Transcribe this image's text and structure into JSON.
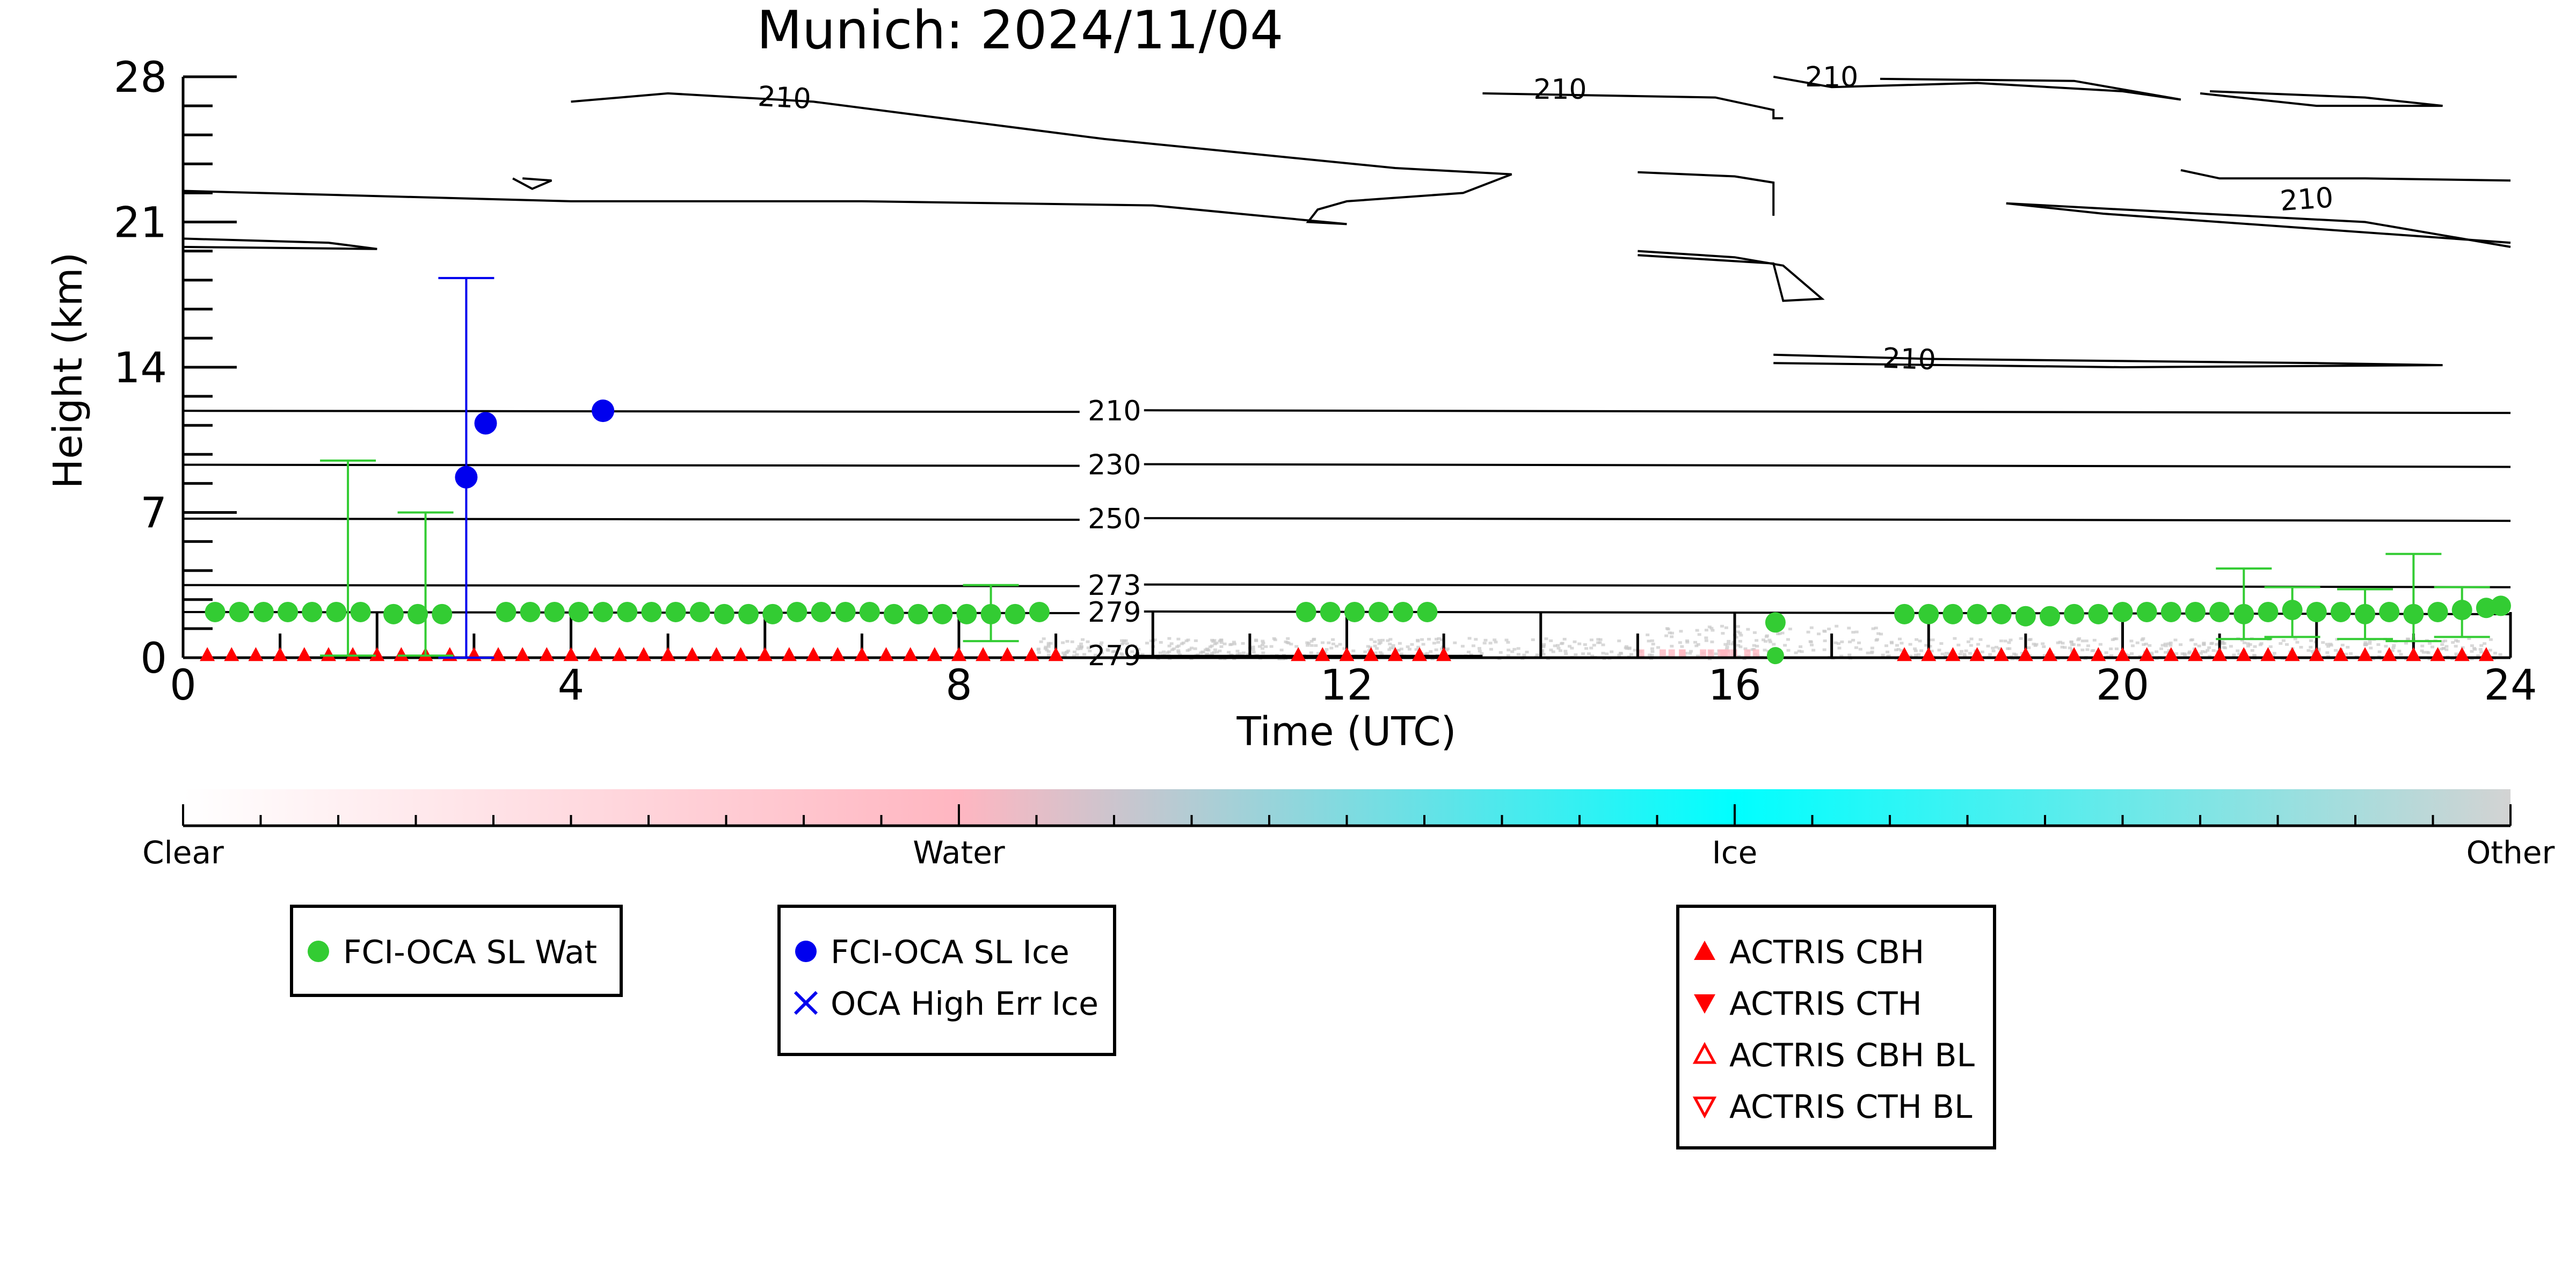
{
  "chart_data": {
    "type": "scatter",
    "title": "Munich: 2024/11/04",
    "xlabel": "Time (UTC)",
    "ylabel": "Height (km)",
    "xlim": [
      0,
      24
    ],
    "ylim": [
      0,
      28
    ],
    "x_ticks": [
      0,
      4,
      8,
      12,
      16,
      20,
      24
    ],
    "y_ticks": [
      0,
      7,
      14,
      21,
      28
    ],
    "grid": false,
    "colors": {
      "water": "#33cc33",
      "ice": "#0000ee",
      "actris": "#ff0000",
      "background_cloud": "#c8c8c8",
      "contour": "#000000"
    },
    "isotherms": [
      {
        "label": "210",
        "height_km": 11.9
      },
      {
        "label": "230",
        "height_km": 9.3
      },
      {
        "label": "250",
        "height_km": 6.7
      },
      {
        "label": "273",
        "height_km": 3.5
      },
      {
        "label": "279",
        "height_km": 2.2
      },
      {
        "label": "279",
        "height_km": 0.1
      }
    ],
    "upper_contour_labels": [
      "210",
      "210",
      "210",
      "210",
      "210"
    ],
    "series": [
      {
        "name": "FCI-OCA SL Wat",
        "marker": "filled-circle",
        "color": "#33cc33",
        "points": [
          {
            "x": 0.33,
            "y": 2.2
          },
          {
            "x": 0.58,
            "y": 2.2
          },
          {
            "x": 0.83,
            "y": 2.2
          },
          {
            "x": 1.08,
            "y": 2.2
          },
          {
            "x": 1.33,
            "y": 2.2
          },
          {
            "x": 1.58,
            "y": 2.2
          },
          {
            "x": 1.83,
            "y": 2.2
          },
          {
            "x": 2.17,
            "y": 2.1
          },
          {
            "x": 2.42,
            "y": 2.1
          },
          {
            "x": 2.67,
            "y": 2.1
          },
          {
            "x": 3.33,
            "y": 2.2
          },
          {
            "x": 3.58,
            "y": 2.2
          },
          {
            "x": 3.83,
            "y": 2.2
          },
          {
            "x": 4.08,
            "y": 2.2
          },
          {
            "x": 4.33,
            "y": 2.2
          },
          {
            "x": 4.58,
            "y": 2.2
          },
          {
            "x": 4.83,
            "y": 2.2
          },
          {
            "x": 5.08,
            "y": 2.2
          },
          {
            "x": 5.33,
            "y": 2.2
          },
          {
            "x": 5.58,
            "y": 2.1
          },
          {
            "x": 5.83,
            "y": 2.1
          },
          {
            "x": 6.08,
            "y": 2.1
          },
          {
            "x": 6.33,
            "y": 2.2
          },
          {
            "x": 6.58,
            "y": 2.2
          },
          {
            "x": 6.83,
            "y": 2.2
          },
          {
            "x": 7.08,
            "y": 2.2
          },
          {
            "x": 7.33,
            "y": 2.1
          },
          {
            "x": 7.58,
            "y": 2.1
          },
          {
            "x": 7.83,
            "y": 2.1
          },
          {
            "x": 8.08,
            "y": 2.1
          },
          {
            "x": 8.33,
            "y": 2.1
          },
          {
            "x": 8.58,
            "y": 2.1
          },
          {
            "x": 8.83,
            "y": 2.2
          },
          {
            "x": 11.58,
            "y": 2.2
          },
          {
            "x": 11.83,
            "y": 2.2
          },
          {
            "x": 12.08,
            "y": 2.2
          },
          {
            "x": 12.33,
            "y": 2.2
          },
          {
            "x": 12.58,
            "y": 2.2
          },
          {
            "x": 12.83,
            "y": 2.2
          },
          {
            "x": 16.42,
            "y": 1.7
          },
          {
            "x": 17.75,
            "y": 2.1
          },
          {
            "x": 18.0,
            "y": 2.1
          },
          {
            "x": 18.25,
            "y": 2.1
          },
          {
            "x": 18.5,
            "y": 2.1
          },
          {
            "x": 18.75,
            "y": 2.1
          },
          {
            "x": 19.0,
            "y": 2.0
          },
          {
            "x": 19.25,
            "y": 2.0
          },
          {
            "x": 19.5,
            "y": 2.1
          },
          {
            "x": 19.75,
            "y": 2.1
          },
          {
            "x": 20.0,
            "y": 2.2
          },
          {
            "x": 20.25,
            "y": 2.2
          },
          {
            "x": 20.5,
            "y": 2.2
          },
          {
            "x": 20.75,
            "y": 2.2
          },
          {
            "x": 21.0,
            "y": 2.2
          },
          {
            "x": 21.25,
            "y": 2.1
          },
          {
            "x": 21.5,
            "y": 2.2
          },
          {
            "x": 21.75,
            "y": 2.3
          },
          {
            "x": 22.0,
            "y": 2.2
          },
          {
            "x": 22.25,
            "y": 2.2
          },
          {
            "x": 22.5,
            "y": 2.1
          },
          {
            "x": 22.75,
            "y": 2.2
          },
          {
            "x": 23.0,
            "y": 2.1
          },
          {
            "x": 23.25,
            "y": 2.2
          },
          {
            "x": 23.5,
            "y": 2.3
          },
          {
            "x": 23.75,
            "y": 2.4
          },
          {
            "x": 23.9,
            "y": 2.5
          }
        ],
        "error_bars": [
          {
            "x": 1.7,
            "y": 2.2,
            "ylow": 0.1,
            "yhigh": 9.5
          },
          {
            "x": 2.5,
            "y": 2.1,
            "ylow": 0.1,
            "yhigh": 7.0
          },
          {
            "x": 8.33,
            "y": 2.1,
            "ylow": 0.8,
            "yhigh": 3.5
          },
          {
            "x": 21.25,
            "y": 2.1,
            "ylow": 0.9,
            "yhigh": 4.3
          },
          {
            "x": 21.75,
            "y": 2.3,
            "ylow": 1.0,
            "yhigh": 3.4
          },
          {
            "x": 22.5,
            "y": 2.1,
            "ylow": 0.9,
            "yhigh": 3.3
          },
          {
            "x": 23.0,
            "y": 2.1,
            "ylow": 0.8,
            "yhigh": 5.0
          },
          {
            "x": 23.5,
            "y": 2.3,
            "ylow": 1.0,
            "yhigh": 3.4
          }
        ]
      },
      {
        "name": "FCI-OCA SL Ice",
        "marker": "filled-circle",
        "color": "#0000ee",
        "points": [
          {
            "x": 2.92,
            "y": 8.7
          },
          {
            "x": 3.12,
            "y": 11.3
          },
          {
            "x": 4.33,
            "y": 11.9
          }
        ],
        "error_bars": [
          {
            "x": 2.92,
            "y": 8.7,
            "ylow": 0.0,
            "yhigh": 18.3
          }
        ]
      },
      {
        "name": "OCA High Err Ice",
        "marker": "x",
        "color": "#0000ee",
        "points": []
      },
      {
        "name": "ACTRIS CBH",
        "marker": "filled-triangle-up",
        "color": "#ff0000",
        "x_ranges": [
          [
            0.25,
            9.0
          ],
          [
            11.5,
            13.0
          ],
          [
            17.75,
            23.9
          ]
        ],
        "step": 0.25,
        "y": 0.15
      },
      {
        "name": "ACTRIS CTH",
        "marker": "filled-triangle-down",
        "color": "#ff0000",
        "points": []
      },
      {
        "name": "ACTRIS CBH BL",
        "marker": "open-triangle-up",
        "color": "#ff0000",
        "points": []
      },
      {
        "name": "ACTRIS CTH BL",
        "marker": "open-triangle-down",
        "color": "#ff0000",
        "points": []
      }
    ],
    "colorbar": {
      "labels": [
        "Clear",
        "Water",
        "Ice",
        "Other"
      ],
      "stops": [
        {
          "pos": 0.0,
          "color": "#ffffff"
        },
        {
          "pos": 0.333,
          "color": "#ffb6c1"
        },
        {
          "pos": 0.667,
          "color": "#00ffff"
        },
        {
          "pos": 1.0,
          "color": "#d3d3d3"
        }
      ]
    },
    "legends": [
      {
        "entries": [
          "FCI-OCA SL Wat"
        ]
      },
      {
        "entries": [
          "FCI-OCA SL Ice",
          "OCA High Err Ice"
        ]
      },
      {
        "entries": [
          "ACTRIS CBH",
          "ACTRIS CTH",
          "ACTRIS CBH BL",
          "ACTRIS CTH BL"
        ]
      }
    ]
  }
}
